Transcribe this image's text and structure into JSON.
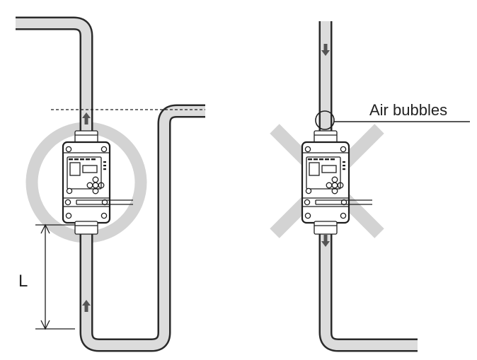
{
  "labels": {
    "air_bubbles": "Air bubbles",
    "length": "L"
  },
  "colors": {
    "pipe_outline": "#2a2a2a",
    "pipe_fill": "#dcdcdc",
    "indicator": "#d3d3d3",
    "ink": "#1e1e1e",
    "arrow": "#555555"
  },
  "marks": {
    "left_install": "correct-circle",
    "right_install": "incorrect-cross"
  }
}
